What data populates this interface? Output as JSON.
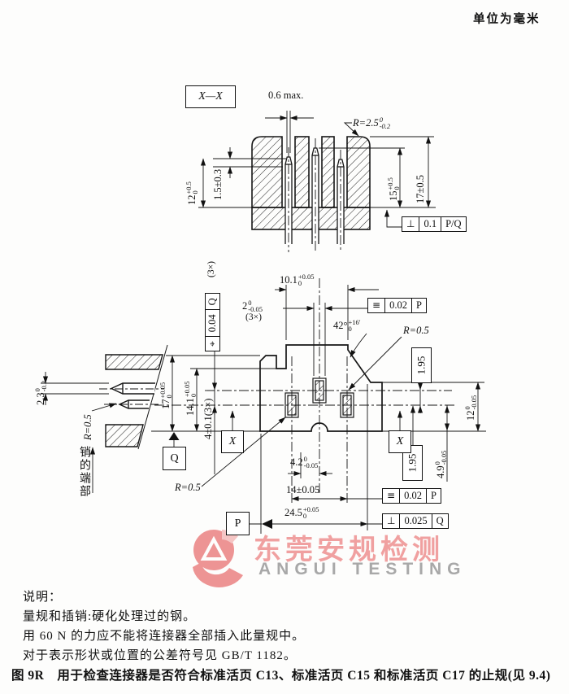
{
  "unit_note": "单位为毫米",
  "colors": {
    "line": "#111111",
    "logo_red": "#e35050",
    "wm_text_pink": "#f0a0a0",
    "wm_text_gray": "#a8a8a8"
  },
  "section_view": {
    "label": "X—X",
    "dim_tip_width": "0.6 max.",
    "dim_corner_radius": {
      "v": "R=2.5",
      "sup": "0",
      "sub": "-0.2"
    },
    "dim_pin_offset": "1.5±0.3",
    "dim_slot_depth": {
      "v": "12",
      "sup": "+0.5",
      "sub": "0"
    },
    "dim_pin_height": {
      "v": "15",
      "sup": "+0.5",
      "sub": "0"
    },
    "dim_total_height": "17±0.5",
    "fcf_perpendicularity": {
      "sym": "⊥",
      "tol": "0.1",
      "datum": "P/Q"
    }
  },
  "plan_view": {
    "fcf_position": {
      "sym": "⌖",
      "tol": "0.04",
      "datum": "Q",
      "qty": "(3×)"
    },
    "dim_boss_width": {
      "v": "10.1",
      "sup": "+0.05",
      "sub": "0"
    },
    "dim_slot_width": {
      "v": "2",
      "sup": "0",
      "sub": "-0.05"
    },
    "dim_slot_width_qty": "(3×)",
    "fcf_symmetry_top": {
      "sym": "≡",
      "tol": "0.02",
      "datum": "P"
    },
    "dim_chamfer_angle": {
      "v": "42°",
      "sup": "+16′",
      "sub": "0"
    },
    "radius_top_right": "R=0.5",
    "basic_offset_top": "1.95",
    "dim_right_height": {
      "v": "12",
      "sup": "0",
      "sub": "-0.05"
    },
    "basic_offset_bottom": "1.95",
    "dim_edge_offset": {
      "v": "4.9",
      "sup": "0",
      "sub": "-0.05"
    },
    "fcf_symmetry_bottom": {
      "sym": "≡",
      "tol": "0.02",
      "datum": "P"
    },
    "fcf_perpendicularity_bottom": {
      "sym": "⊥",
      "tol": "0.025",
      "datum": "Q"
    },
    "dim_height_total": {
      "v": "17",
      "sup": "+0.05",
      "sub": "0"
    },
    "dim_height_shoulder": {
      "v": "14.1",
      "sup": "+0.05",
      "sub": "0"
    },
    "dim_slot_offset": "4±0.1(3×)",
    "datum_q": "Q",
    "datum_p": "P",
    "section_mark_left": "X",
    "section_mark_right": "X",
    "radius_bottom_left": "R=0.5",
    "dim_center_width": {
      "v": "4.2",
      "sup": "0",
      "sub": "-0.05"
    },
    "dim_slot_span": "14±0.05",
    "dim_overall_width": {
      "v": "24.5",
      "sup": "+0.05",
      "sub": "0"
    }
  },
  "detail_view": {
    "dim_pin_dia": {
      "v": "2.3",
      "sup": "0",
      "sub": "-0.3"
    },
    "radius": "R=0.5",
    "label": "销的端部"
  },
  "watermark": {
    "cn": "东莞安规检测",
    "en": "ANGUI TESTING"
  },
  "notes": {
    "title": "说明：",
    "lines": [
      "量规和插销:硬化处理过的钢。",
      "用 60 N 的力应不能将连接器全部插入此量规中。",
      "对于表示形状或位置的公差符号见 GB/T 1182。"
    ],
    "caption": "图 9R　用于检查连接器是否符合标准活页 C13、标准活页 C15 和标准活页 C17 的止规(见 9.4)"
  }
}
